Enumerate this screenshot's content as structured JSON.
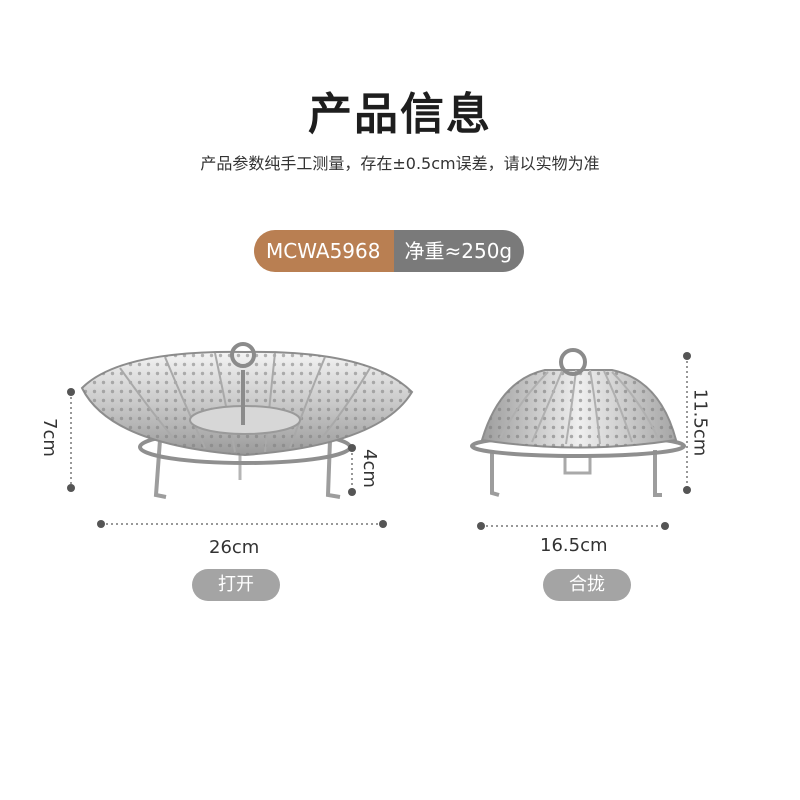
{
  "header": {
    "title": "产品信息",
    "subtitle": "产品参数纯手工测量，存在±0.5cm误差，请以实物为准"
  },
  "badge": {
    "model": "MCWA5968",
    "weight": "净重≈250g",
    "colors": {
      "model_bg": "#b97f52",
      "weight_bg": "#7a7a7a"
    }
  },
  "open_state": {
    "height_label": "7cm",
    "leg_label": "4cm",
    "width_label": "26cm",
    "state_label": "打开"
  },
  "closed_state": {
    "height_label": "11.5cm",
    "width_label": "16.5cm",
    "state_label": "合拢"
  }
}
